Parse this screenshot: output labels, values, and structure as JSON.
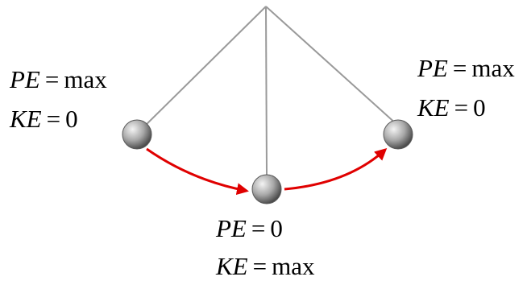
{
  "labels": {
    "left": {
      "pe": {
        "var": "PE",
        "op": "=",
        "val": "max"
      },
      "ke": {
        "var": "KE",
        "op": "=",
        "val": "0"
      }
    },
    "right": {
      "pe": {
        "var": "PE",
        "op": "=",
        "val": "max"
      },
      "ke": {
        "var": "KE",
        "op": "=",
        "val": "0"
      }
    },
    "bottom": {
      "pe": {
        "var": "PE",
        "op": "=",
        "val": "0"
      },
      "ke": {
        "var": "KE",
        "op": "=",
        "val": "max"
      }
    }
  },
  "colors": {
    "string": "#9a9a9a",
    "arrow": "#e00000",
    "bob_light": "#f4f4f4",
    "bob_mid": "#a8a8a8",
    "bob_dark": "#4a4a4a",
    "text": "#000000"
  }
}
